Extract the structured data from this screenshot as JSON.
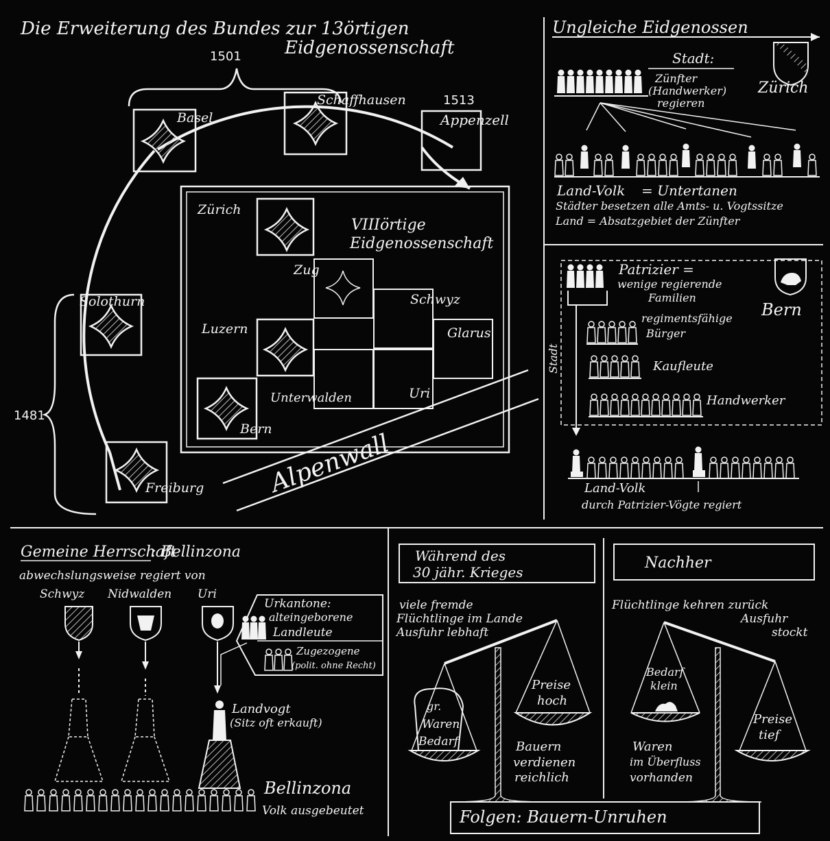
{
  "colors": {
    "background": "#060606",
    "chalk": "#f4f4f4",
    "hatch": "#bdbdbd"
  },
  "expansion": {
    "title_line1": "Die Erweiterung des Bundes zur 13örtigen",
    "title_line2": "Eidgenossenschaft",
    "year_1501": "1501",
    "year_1513": "1513",
    "year_1481": "1481",
    "core_label_line1": "VIIIörtige",
    "core_label_line2": "Eidgenossenschaft",
    "alpenwall": "Alpenwall",
    "cantons": {
      "basel": "Basel",
      "schaffhausen": "Schaffhausen",
      "appenzell": "Appenzell",
      "solothurn": "Solothurn",
      "freiburg": "Freiburg",
      "zurich": "Zürich",
      "zug": "Zug",
      "schwyz": "Schwyz",
      "glarus": "Glarus",
      "luzern": "Luzern",
      "unterwalden": "Unterwalden",
      "uri": "Uri",
      "bern": "Bern"
    }
  },
  "zurich_panel": {
    "title": "Ungleiche Eidgenossen",
    "stadt": "Stadt:",
    "desc_line1": "Zünfter",
    "desc_line2": "(Handwerker)",
    "desc_line3": "regieren",
    "city": "Zürich",
    "land_volk": "Land-Volk",
    "untertanen": "= Untertanen",
    "line2": "Städter besetzen alle Amts- u. Vogtssitze",
    "line3": "Land = Absatzgebiet der Zünfter"
  },
  "bern_panel": {
    "patrizier_line1": "Patrizier =",
    "patrizier_line2": "wenige regierende",
    "patrizier_line3": "Familien",
    "city": "Bern",
    "stadt_vertical": "Stadt",
    "regiments_line1": "regimentsfähige",
    "regiments_line2": "Bürger",
    "kaufleute": "Kaufleute",
    "handwerker": "Handwerker",
    "land_volk": "Land-Volk",
    "vogte": "durch Patrizier-Vögte regiert"
  },
  "bellinzona_panel": {
    "title": "Gemeine Herrschaft",
    "title_place": ": Bellinzona",
    "subtitle": "abwechslungsweise regiert von",
    "rulers": [
      "Schwyz",
      "Nidwalden",
      "Uri"
    ],
    "urkantone_line1": "Urkantone:",
    "urkantone_line2": "alteingeborene",
    "urkantone_line3": "Landleute",
    "zugezogene_line1": "Zugezogene",
    "zugezogene_line2": "(polit. ohne Recht)",
    "landvogt_line1": "Landvogt",
    "landvogt_line2": "(Sitz oft erkauft)",
    "place": "Bellinzona",
    "volk": "Volk ausgebeutet"
  },
  "war_panel": {
    "during_line1": "Während des",
    "during_line2": "30 jähr. Krieges",
    "after": "Nachher",
    "during_desc_line1": "viele fremde",
    "during_desc_line2": "Flüchtlinge im Lande",
    "during_desc_line3": "Ausfuhr lebhaft",
    "left_pan_line1": "gr.",
    "left_pan_line2": "Waren",
    "left_pan_line3": "Bedarf",
    "right_pan_line1": "Preise",
    "right_pan_line2": "hoch",
    "bauern_line1": "Bauern",
    "bauern_line2": "verdienen",
    "bauern_line3": "reichlich",
    "after_desc_line1": "Flüchtlinge kehren zurück",
    "after_desc_line2": "Ausfuhr",
    "after_desc_line3": "stockt",
    "bedarf_line1": "Bedarf",
    "bedarf_line2": "klein",
    "preise2_line1": "Preise",
    "preise2_line2": "tief",
    "waren_line1": "Waren",
    "waren_line2": "im Überfluss",
    "waren_line3": "vorhanden",
    "folgen": "Folgen: Bauern-Unruhen"
  }
}
